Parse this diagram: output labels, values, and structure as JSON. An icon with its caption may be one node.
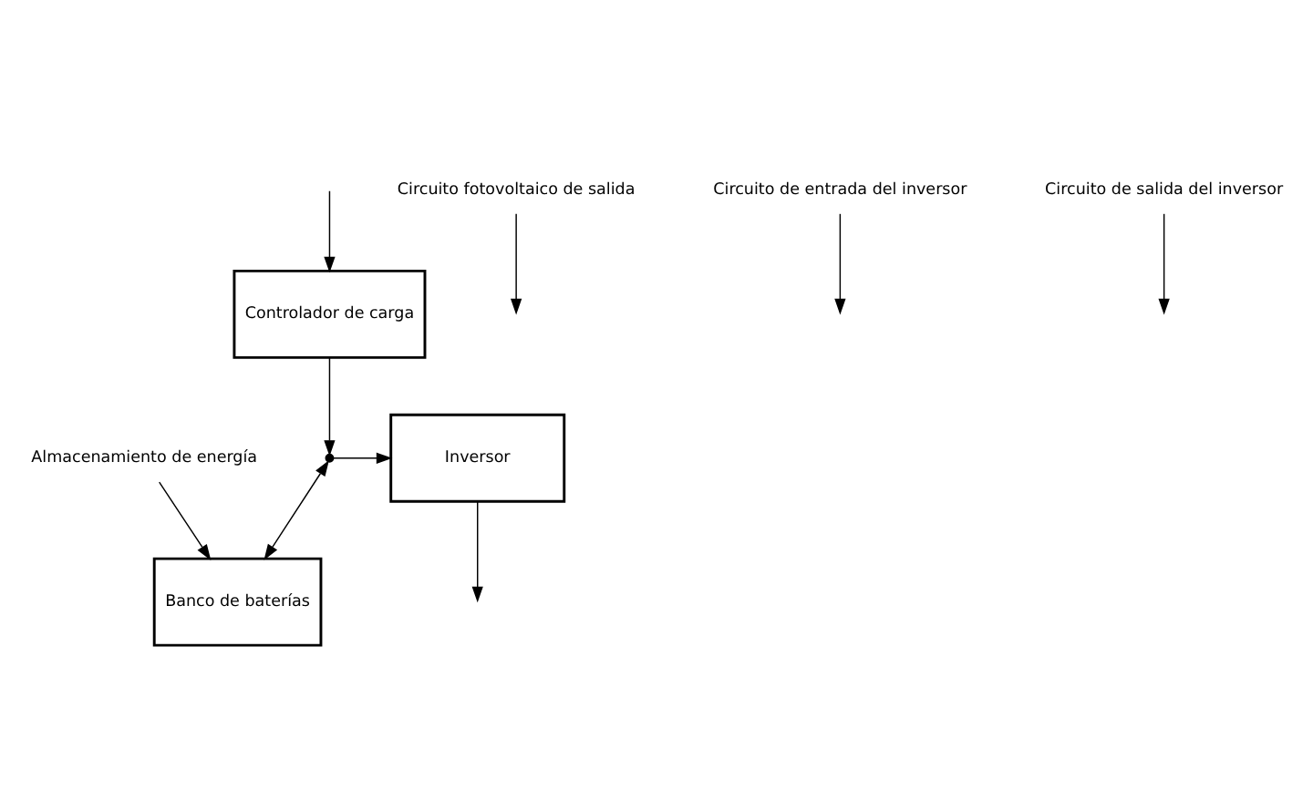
{
  "diagram": {
    "nodes": [
      {
        "text": [
          "Controlador de carga"
        ]
      },
      {
        "text": [
          "Inversor"
        ]
      },
      {
        "text": [
          "Banco de baterías"
        ]
      },
      {
        "text": [],
        "shape": "point"
      },
      {
        "text": [
          "Circuito fotovoltaico de salida"
        ]
      },
      {
        "text": [
          "Circuito de entrada del inversor"
        ]
      },
      {
        "text": [
          "Circuito de salida del inversor"
        ]
      },
      {
        "text": [
          "Almacenamiento de energía"
        ]
      }
    ],
    "edges": [
      {
        "from": null,
        "to": 0,
        "arrow": "to"
      },
      {
        "from": 0,
        "to": 3,
        "arrow": "to"
      },
      {
        "from": 3,
        "to": 2,
        "arrow": "both"
      },
      {
        "from": 3,
        "to": 1,
        "arrow": "to"
      },
      {
        "from": 1,
        "to": null,
        "arrow": "to"
      },
      {
        "from": 4,
        "to": null,
        "arrow": "to"
      },
      {
        "from": 5,
        "to": null,
        "arrow": "to"
      },
      {
        "from": 6,
        "to": null,
        "arrow": "to"
      },
      {
        "from": 7,
        "to": 2,
        "arrow": "to"
      }
    ]
  }
}
